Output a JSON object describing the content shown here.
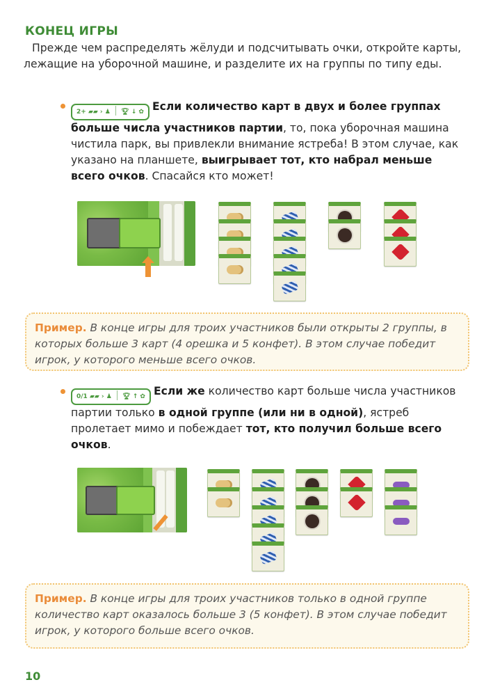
{
  "heading": "КОНЕЦ ИГРЫ",
  "intro": "Прежде чем распределять жёлуди и подсчитывать очки, откройте карты, лежащие на уборочной машине, и разделите их на группы по типу еды.",
  "rule1": {
    "badge_left": "2+",
    "badge_right": "↓",
    "bold_a": "Если количество карт в двух и более группах больше числа участников партии",
    "text_b": ", то, пока уборочная машина чистила парк, вы привлекли внимание ястреба! В этом случае, как указано на планшете, ",
    "bold_c": "выигрывает тот, кто набрал меньше всего очков",
    "text_d": ". Спасайся кто может!"
  },
  "example1": {
    "label": "Пример.",
    "text": " В конце игры для троих участников были открыты 2 группы, в которых больше 3 карт (4 орешка и 5 конфет). В этом случае победит игрок, у которого меньше всего очков."
  },
  "rule2": {
    "badge_left": "0/1",
    "badge_right": "↑",
    "bold_a": "Если же",
    "text_b": " количество карт больше числа участников партии только ",
    "bold_c": "в одной группе (или ни в одной)",
    "text_d": ", ястреб пролетает мимо и побеждает ",
    "bold_e": "тот, кто получил больше всего очков",
    "text_f": "."
  },
  "example2": {
    "label": "Пример.",
    "text": " В конце игры для троих участников только в одной группе количество карт оказалось больше 3 (5 конфет). В этом случае победит игрок, у которого больше всего очков."
  },
  "page_number": "10",
  "illustration1": {
    "groups": [
      {
        "food": "peanut",
        "count": 4
      },
      {
        "food": "candy",
        "count": 5
      },
      {
        "food": "cookie",
        "count": 2
      },
      {
        "food": "heart",
        "count": 3
      }
    ]
  },
  "illustration2": {
    "groups": [
      {
        "food": "peanut",
        "count": 2
      },
      {
        "food": "candy",
        "count": 5
      },
      {
        "food": "cookie",
        "count": 3
      },
      {
        "food": "heart",
        "count": 2
      },
      {
        "food": "bone",
        "count": 3
      }
    ]
  },
  "colors": {
    "heading": "#3f8c36",
    "accent_orange": "#ea8c3a",
    "example_bg": "#fdf9ec"
  }
}
